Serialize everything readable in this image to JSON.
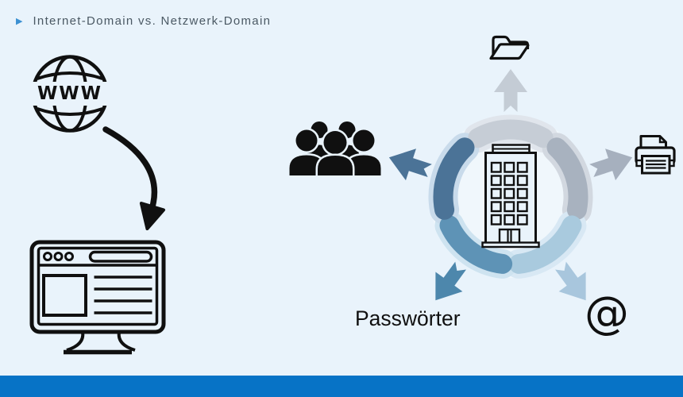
{
  "colors": {
    "background": "#e9f3fb",
    "accent_bar": "#0773c6",
    "bullet": "#3b90d2",
    "title_text": "#4b5964",
    "ink": "#101010",
    "halo_top": "#e0e5ec",
    "halo_right": "#d2d8e0",
    "halo_left": "#c9dbeb",
    "halo_bottom_left": "#cee3f0",
    "halo_bottom_right": "#d8e8f4",
    "arc_top": "#c6cdd6",
    "arc_right": "#a8b2bf",
    "arc_left": "#4b7397",
    "arc_bottom_left": "#5e93b6",
    "arc_bottom_right": "#a9cade",
    "arrow_top": "#c4ccd5",
    "arrow_right": "#a6b0be",
    "arrow_left": "#4b7397",
    "arrow_bottom_left": "#4d87ac",
    "arrow_bottom_right": "#a8c6dd"
  },
  "header": {
    "bullet": "▶",
    "title": "Internet-Domain vs. Netzwerk-Domain"
  },
  "internet_side": {
    "globe_icon": "www-globe-icon",
    "globe_label": "WWW",
    "arrow_icon": "curved-down-arrow-icon",
    "target_icon": "browser-monitor-icon"
  },
  "network_wheel": {
    "center_icon": "office-building-icon",
    "spokes": [
      {
        "id": "files",
        "direction": "up",
        "icon": "open-folder-icon"
      },
      {
        "id": "printing",
        "direction": "right",
        "icon": "printer-icon"
      },
      {
        "id": "users",
        "direction": "left",
        "icon": "user-group-icon"
      },
      {
        "id": "passwords",
        "direction": "down-left",
        "label": "Passwörter"
      },
      {
        "id": "email",
        "direction": "down-right",
        "label": "@"
      }
    ]
  }
}
